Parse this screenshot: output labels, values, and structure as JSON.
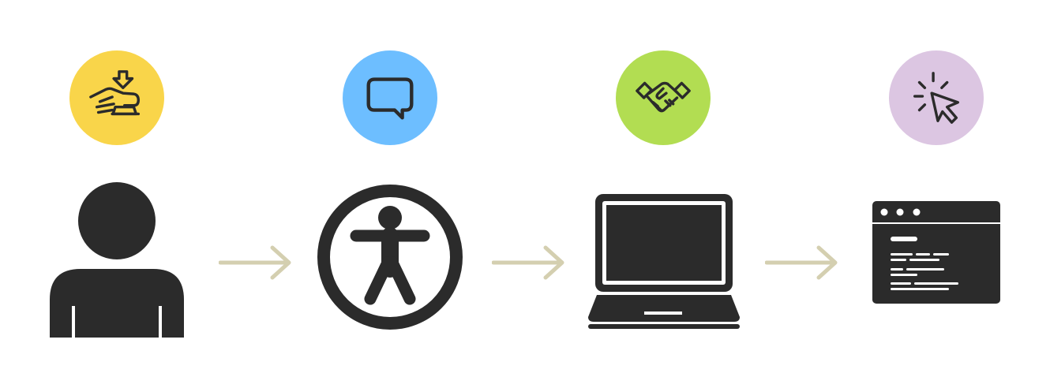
{
  "steps": [
    {
      "id": "user",
      "main_icon": "person-icon",
      "badge_icon": "press-button-icon",
      "badge_color": "#F9D54A"
    },
    {
      "id": "assistive-technology",
      "main_icon": "accessibility-icon",
      "badge_icon": "speech-bubble-icon",
      "badge_color": "#6DBEFF"
    },
    {
      "id": "device",
      "main_icon": "laptop-icon",
      "badge_icon": "handshake-icon",
      "badge_color": "#B2DD52"
    },
    {
      "id": "website",
      "main_icon": "browser-window-icon",
      "badge_icon": "cursor-click-icon",
      "badge_color": "#DCC6E2"
    }
  ],
  "colors": {
    "icon_dark": "#2B2B2B",
    "arrow": "#D4CFB0",
    "background": "#FFFFFF"
  }
}
